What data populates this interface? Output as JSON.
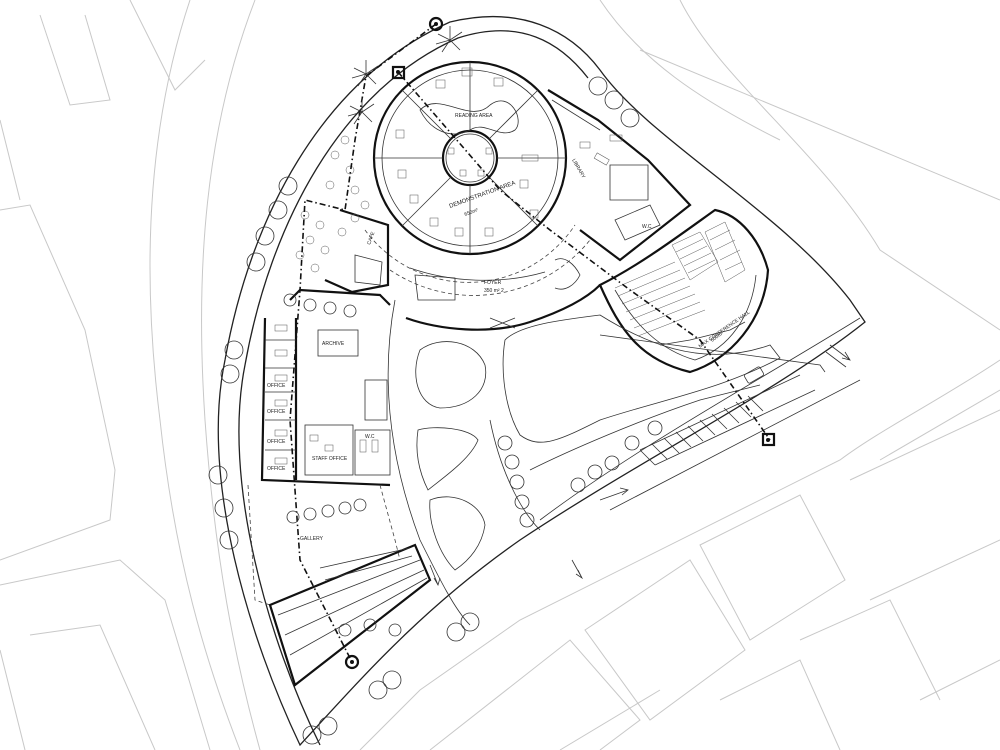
{
  "labels": {
    "reading_area": "READING AREA",
    "demonstration_area": "DEMONSTRATION AREA",
    "demonstration_area_size": "650m²",
    "foyer": "FOYER",
    "foyer_size": "350 m² 2",
    "library": "LIBRARY",
    "wc_main": "W.C",
    "wc_staff": "W.C",
    "cafe": "CAFE",
    "archive": "ARCHIVE",
    "staff_office": "STAFF OFFICE",
    "conference_hall": "MAX CONFERENCE HALL",
    "conference_hall_size": "600m²",
    "office_1": "OFFICE",
    "office_2": "OFFICE",
    "office_3": "OFFICE",
    "office_4": "OFFICE",
    "gallery": "GALLERY"
  },
  "symbols": {
    "section_marker": "section-marker-icon",
    "tree": "tree-icon",
    "palm": "palm-icon",
    "car": "car-icon"
  },
  "colors": {
    "line": "#111111",
    "road": "#c8c8c8",
    "background": "#ffffff"
  }
}
